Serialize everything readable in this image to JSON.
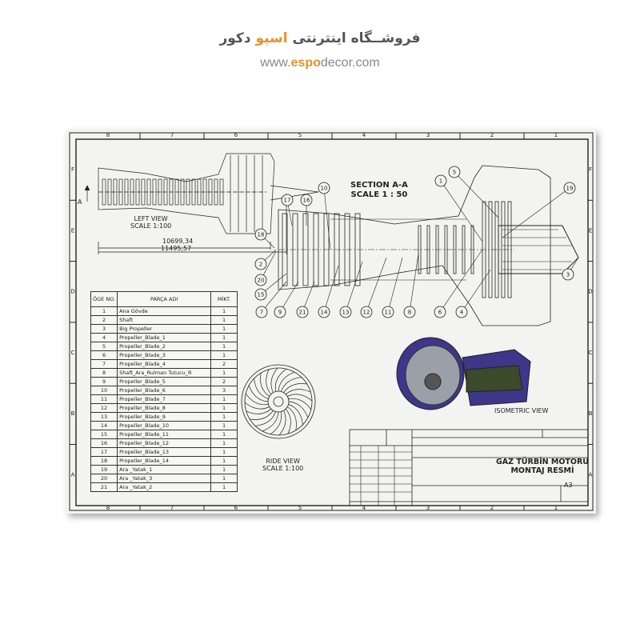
{
  "brand": {
    "persian_prefix": "فروشــگاه اینترنتی",
    "persian_accent": "اسپو",
    "persian_suffix": "دکور",
    "url_prefix": "www.",
    "url_accent": "espo",
    "url_suffix": "decor.com",
    "accent_color": "#e8902a"
  },
  "drawing": {
    "zone_columns": [
      "8",
      "7",
      "6",
      "5",
      "4",
      "3",
      "2",
      "1"
    ],
    "zone_rows": [
      "F",
      "E",
      "D",
      "C",
      "B",
      "A"
    ],
    "section_marker": "A",
    "left_view": {
      "label": "LEFT VIEW",
      "scale": "SCALE 1:100",
      "dim1": "10699,34",
      "dim2": "11495,57"
    },
    "section_view": {
      "label": "SECTION A-A",
      "scale": "SCALE 1 : 50"
    },
    "balloons": [
      "17",
      "16",
      "10",
      "18",
      "2",
      "20",
      "15",
      "7",
      "9",
      "21",
      "14",
      "13",
      "12",
      "11",
      "8",
      "6",
      "4",
      "1",
      "5",
      "19",
      "3"
    ],
    "ride_view": {
      "label": "RIDE VIEW",
      "scale": "SCALE 1:100"
    },
    "isometric_view": {
      "label": "ISOMETRIC VIEW",
      "accent_color": "#4a3f9a"
    }
  },
  "bom": {
    "headers": {
      "no": "ÖGE NO.",
      "name": "PARÇA ADI",
      "qty": "MİKT."
    },
    "rows": [
      {
        "no": "1",
        "name": "Ana Gövde",
        "qty": "1"
      },
      {
        "no": "2",
        "name": "Shaft",
        "qty": "1"
      },
      {
        "no": "3",
        "name": "Big Propeller",
        "qty": "1"
      },
      {
        "no": "4",
        "name": "Propeller_Blade_1",
        "qty": "1"
      },
      {
        "no": "5",
        "name": "Propeller_Blade_2",
        "qty": "1"
      },
      {
        "no": "6",
        "name": "Propeller_Blade_3",
        "qty": "1"
      },
      {
        "no": "7",
        "name": "Propeller_Blade_4",
        "qty": "2"
      },
      {
        "no": "8",
        "name": "Shaft_Ara_Rulman Tutucu_R",
        "qty": "1"
      },
      {
        "no": "9",
        "name": "Propeller_Blade_5",
        "qty": "2"
      },
      {
        "no": "10",
        "name": "Propeller_Blade_6",
        "qty": "3"
      },
      {
        "no": "11",
        "name": "Propeller_Blade_7",
        "qty": "1"
      },
      {
        "no": "12",
        "name": "Propeller_Blade_8",
        "qty": "1"
      },
      {
        "no": "13",
        "name": "Propeller_Blade_9",
        "qty": "1"
      },
      {
        "no": "14",
        "name": "Propeller_Blade_10",
        "qty": "1"
      },
      {
        "no": "15",
        "name": "Propeller_Blade_11",
        "qty": "1"
      },
      {
        "no": "16",
        "name": "Propeller_Blade_12",
        "qty": "1"
      },
      {
        "no": "17",
        "name": "Propeller_Blade_13",
        "qty": "1"
      },
      {
        "no": "18",
        "name": "Propeller_Blade_14",
        "qty": "1"
      },
      {
        "no": "19",
        "name": "Ara _Yatak_1",
        "qty": "1"
      },
      {
        "no": "20",
        "name": "Ara _Yatak_3",
        "qty": "1"
      },
      {
        "no": "21",
        "name": "Ara _Yatak_2",
        "qty": "1"
      }
    ]
  },
  "title_block": {
    "title_line1": "GAZ TÜRBİN MOTORU",
    "title_line2": "MONTAJ RESMİ",
    "sheet_size": "A3"
  }
}
